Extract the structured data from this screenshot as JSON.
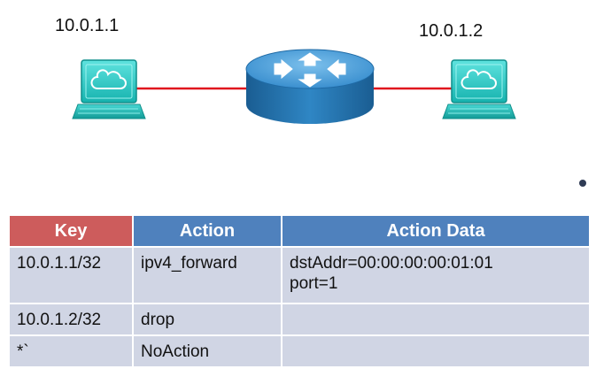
{
  "topology": {
    "host_left_ip": "10.0.1.1",
    "host_right_ip": "10.0.1.2",
    "host_left_icon": "computer-cloud-icon",
    "host_right_icon": "computer-cloud-icon",
    "router_icon": "router-icon",
    "link_color": "#e0141e",
    "host_color": "#27c9c4",
    "router_color": "#2a7ab8"
  },
  "table": {
    "headers": {
      "key": "Key",
      "action": "Action",
      "action_data": "Action Data"
    },
    "header_colors": {
      "key": "#cd5c5c",
      "action": "#4f81bd",
      "action_data": "#4f81bd"
    },
    "rows": [
      {
        "key": "10.0.1.1/32",
        "action": "ipv4_forward",
        "data_line1": "dstAddr=00:00:00:00:01:01",
        "data_line2": "port=1"
      },
      {
        "key": "10.0.1.2/32",
        "action": "drop",
        "data_line1": "",
        "data_line2": ""
      },
      {
        "key": "*`",
        "action": "NoAction",
        "data_line1": "",
        "data_line2": ""
      }
    ]
  }
}
